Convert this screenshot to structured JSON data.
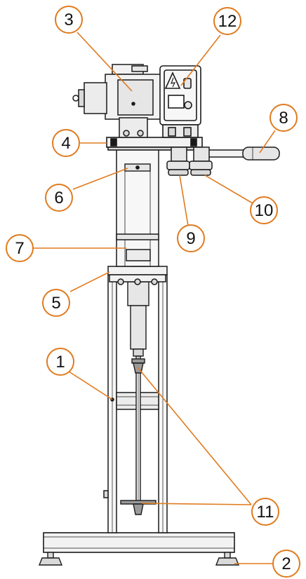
{
  "diagram": {
    "callouts": [
      {
        "id": "1",
        "label": "1"
      },
      {
        "id": "2",
        "label": "2"
      },
      {
        "id": "3",
        "label": "3"
      },
      {
        "id": "4",
        "label": "4"
      },
      {
        "id": "5",
        "label": "5"
      },
      {
        "id": "6",
        "label": "6"
      },
      {
        "id": "7",
        "label": "7"
      },
      {
        "id": "8",
        "label": "8"
      },
      {
        "id": "9",
        "label": "9"
      },
      {
        "id": "10",
        "label": "10"
      },
      {
        "id": "11",
        "label": "11"
      },
      {
        "id": "12",
        "label": "12"
      }
    ],
    "colors": {
      "callout": "#E07B1F",
      "drawing": "#1a1a1a",
      "fill_light": "#f2f2f2",
      "fill_mid": "#d9d9d9",
      "fill_dark": "#9a9a9a"
    }
  }
}
